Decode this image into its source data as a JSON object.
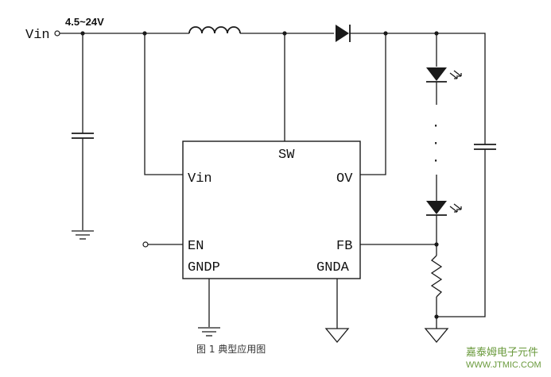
{
  "input": {
    "label": "Vin",
    "voltage": "4.5~24V"
  },
  "ic": {
    "pins": {
      "sw": "SW",
      "vin": "Vin",
      "ov": "OV",
      "en": "EN",
      "fb": "FB",
      "gndp": "GNDP",
      "gnda": "GNDA"
    }
  },
  "led_string": {
    "dots": "·"
  },
  "caption": "图 1 典型应用图",
  "watermark": {
    "line1": "嘉泰姆电子元件",
    "line2": "WWW.JTMIC.COM"
  },
  "colors": {
    "line": "#1a1a1a",
    "watermark": "#6a9a3c"
  }
}
